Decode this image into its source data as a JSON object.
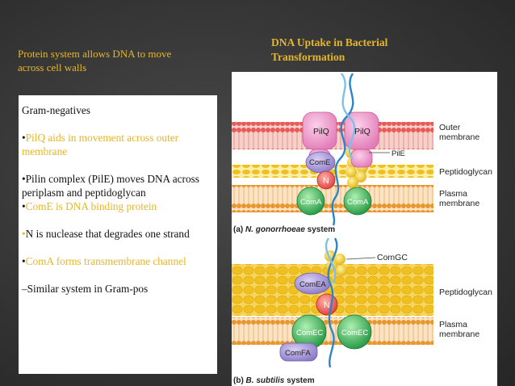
{
  "slide": {
    "subtitle": "Protein system allows DNA to move across cell walls",
    "title_line1": "DNA Uptake in Bacterial",
    "title_line2": "Transformation"
  },
  "text_panel": {
    "heading": "Gram-negatives",
    "bullets": [
      {
        "marker": "•",
        "text": "PilQ aids in movement across outer membrane",
        "color": "#e6b62a"
      },
      {
        "marker": "•",
        "text": "Pilin complex (PilE) moves DNA across periplasm and peptidoglycan",
        "color": "#111111"
      },
      {
        "marker": "•",
        "text": "ComE is DNA binding protein",
        "color": "#e6b62a"
      },
      {
        "marker": "•",
        "text": "N is nuclease that degrades one strand",
        "color": "#111111"
      },
      {
        "marker": "•",
        "text": "ComA forms transmembrane channel",
        "color": "#e6b62a"
      }
    ],
    "footer": "–Similar system in Gram-pos"
  },
  "figure": {
    "panel_a": {
      "caption_prefix": "(a) ",
      "caption_italic": "N. gonorrhoeae",
      "caption_suffix": " system",
      "proteins": {
        "pilq_left": "PilQ",
        "pilq_right": "PilQ",
        "pile": "PilE",
        "come": "ComE",
        "n": "N",
        "coma_left": "ComA",
        "coma_right": "ComA"
      },
      "layers": {
        "outer_1": "Outer",
        "outer_2": "membrane",
        "peptidoglycan": "Peptidoglycan",
        "plasma_1": "Plasma",
        "plasma_2": "membrane"
      }
    },
    "panel_b": {
      "caption_prefix": "(b) ",
      "caption_italic": "B. subtilis",
      "caption_suffix": " system",
      "proteins": {
        "comgc": "ComGC",
        "comea": "ComEA",
        "n": "N",
        "comec_left": "ComEC",
        "comec_right": "ComEC",
        "comfa": "ComFA"
      },
      "layers": {
        "peptidoglycan": "Peptidoglycan",
        "plasma_1": "Plasma",
        "plasma_2": "membrane"
      }
    },
    "colors": {
      "outer_membrane": "#e85a5a",
      "peptidoglycan": "#f0c020",
      "plasma_membrane": "#e8962e",
      "pilq": "#f090c8",
      "come": "#9a86d0",
      "nuclease": "#ee4f4f",
      "coma": "#2fa84a",
      "dna": "#2a86c8"
    }
  }
}
